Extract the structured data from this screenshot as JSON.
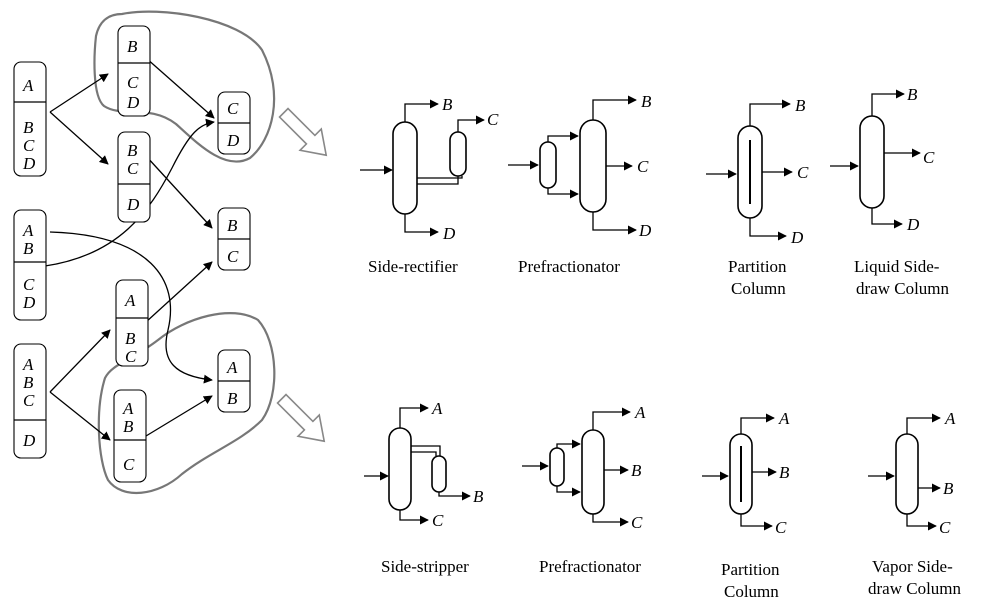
{
  "seq_boxes": {
    "abcd_a": {
      "top": [
        "A"
      ],
      "bottom": [
        "B",
        "C",
        "D"
      ]
    },
    "bcd": {
      "top": [
        "B"
      ],
      "bottom": [
        "C",
        "D"
      ]
    },
    "cd": {
      "top": [
        "C"
      ],
      "bottom": [
        "D"
      ]
    },
    "bcd_d": {
      "top": [
        "B",
        "C"
      ],
      "bottom": [
        "D"
      ]
    },
    "bc": {
      "top": [
        "B"
      ],
      "bottom": [
        "C"
      ]
    },
    "abcd_mid": {
      "top": [
        "A",
        "B"
      ],
      "bottom": [
        "C",
        "D"
      ]
    },
    "abc": {
      "top": [
        "A"
      ],
      "bottom": [
        "B",
        "C"
      ]
    },
    "abcd_d": {
      "top": [
        "A",
        "B",
        "C"
      ],
      "bottom": [
        "D"
      ]
    },
    "ab": {
      "top": [
        "A"
      ],
      "bottom": [
        "B"
      ]
    },
    "abc_c": {
      "top": [
        "A",
        "B"
      ],
      "bottom": [
        "C"
      ]
    }
  },
  "top_row": {
    "labels": {
      "first": "B",
      "second": "C",
      "third": "D",
      "feed_top": "B"
    },
    "captions": {
      "side_rectifier": [
        "Side-rectifier"
      ],
      "prefractionator": [
        "Prefractionator"
      ],
      "partition": [
        "Partition",
        "Column"
      ],
      "side_draw": [
        "Liquid Side-",
        "draw Column"
      ]
    }
  },
  "bottom_row": {
    "labels": {
      "first": "A",
      "second": "B",
      "third": "C"
    },
    "captions": {
      "side_stripper": [
        "Side-stripper"
      ],
      "prefractionator": [
        "Prefractionator"
      ],
      "partition": [
        "Partition",
        "Column"
      ],
      "side_draw": [
        "Vapor Side-",
        "draw Column"
      ]
    }
  }
}
